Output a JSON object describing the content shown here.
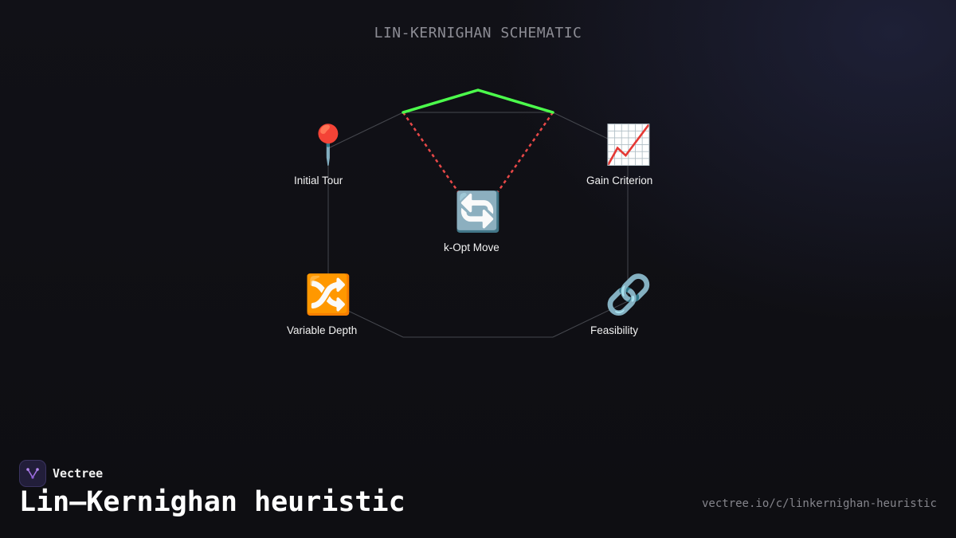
{
  "diagram": {
    "title": "LIN-KERNIGHAN SCHEMATIC",
    "nodes": [
      {
        "id": "initial-tour",
        "label": "Initial Tour",
        "icon": "round-pushpin-icon",
        "glyph": "📍"
      },
      {
        "id": "gain-criterion",
        "label": "Gain Criterion",
        "icon": "chart-increasing-icon",
        "glyph": "📈"
      },
      {
        "id": "k-opt-move",
        "label": "k-Opt Move",
        "icon": "counterclockwise-arrows-icon",
        "glyph": "🔄"
      },
      {
        "id": "variable-depth",
        "label": "Variable Depth",
        "icon": "shuffle-icon",
        "glyph": "🔀"
      },
      {
        "id": "feasibility",
        "label": "Feasibility",
        "icon": "link-icon",
        "glyph": "🔗"
      }
    ],
    "colors": {
      "tour_edge": "#45474e",
      "added_edge": "#4cff4c",
      "removed_edge": "#e84848"
    }
  },
  "brand": {
    "name": "Vectree",
    "logo_icon": "vectree-logo-icon"
  },
  "footer": {
    "title": "Lin–Kernighan heuristic",
    "url": "vectree.io/c/linkernighan-heuristic"
  }
}
